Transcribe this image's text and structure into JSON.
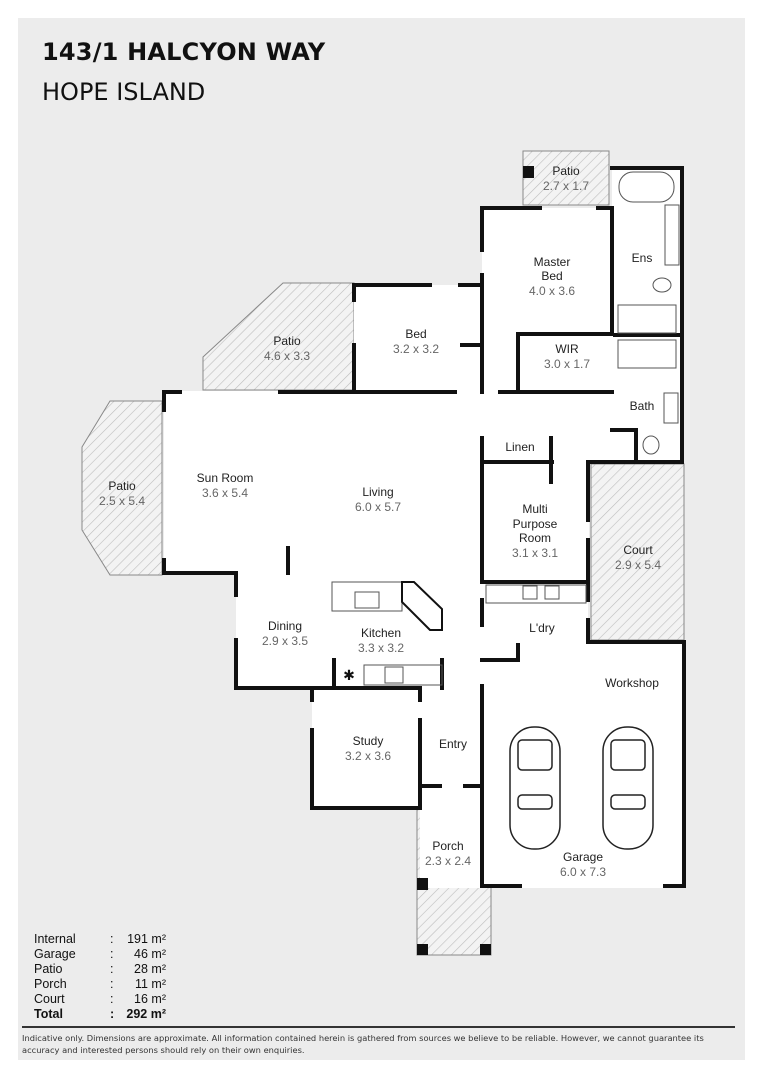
{
  "header": {
    "title": "143/1 HALCYON WAY",
    "subtitle": "HOPE ISLAND"
  },
  "rooms": {
    "patio_top": {
      "name": "Patio",
      "dim": "2.7 x 1.7"
    },
    "master_bed": {
      "name_line1": "Master",
      "name_line2": "Bed",
      "dim": "4.0 x 3.6"
    },
    "ens": {
      "name": "Ens"
    },
    "patio_mid": {
      "name": "Patio",
      "dim": "4.6 x 3.3"
    },
    "bed": {
      "name": "Bed",
      "dim": "3.2 x 3.2"
    },
    "wir": {
      "name": "WIR",
      "dim": "3.0 x 1.7"
    },
    "bath": {
      "name": "Bath"
    },
    "patio_left": {
      "name": "Patio",
      "dim": "2.5 x 5.4"
    },
    "sun_room": {
      "name": "Sun Room",
      "dim": "3.6 x 5.4"
    },
    "living": {
      "name": "Living",
      "dim": "6.0 x 5.7"
    },
    "linen": {
      "name": "Linen"
    },
    "multi_purpose": {
      "name_line1": "Multi",
      "name_line2": "Purpose",
      "name_line3": "Room",
      "dim": "3.1 x 3.1"
    },
    "court": {
      "name": "Court",
      "dim": "2.9 x 5.4"
    },
    "dining": {
      "name": "Dining",
      "dim": "2.9 x 3.5"
    },
    "kitchen": {
      "name": "Kitchen",
      "dim": "3.3 x 3.2"
    },
    "laundry": {
      "name": "L'dry"
    },
    "workshop": {
      "name": "Workshop"
    },
    "study": {
      "name": "Study",
      "dim": "3.2 x 3.6"
    },
    "entry": {
      "name": "Entry"
    },
    "porch": {
      "name": "Porch",
      "dim": "2.3 x 2.4"
    },
    "garage": {
      "name": "Garage",
      "dim": "6.0 x 7.3"
    }
  },
  "areas": [
    {
      "label": "Internal",
      "sep": ":",
      "value": "191 m²"
    },
    {
      "label": "Garage",
      "sep": ":",
      "value": "46 m²"
    },
    {
      "label": "Patio",
      "sep": ":",
      "value": "28 m²"
    },
    {
      "label": "Porch",
      "sep": ":",
      "value": "11 m²"
    },
    {
      "label": "Court",
      "sep": ":",
      "value": "16 m²"
    },
    {
      "label": "Total",
      "sep": ":",
      "value": "292 m²"
    }
  ],
  "disclaimer": "Indicative only. Dimensions are approximate. All information contained herein is gathered from sources we believe to be reliable. However, we cannot guarantee its accuracy and interested persons should rely on their own enquiries.",
  "colors": {
    "panel": "#ececec",
    "wall": "#111111",
    "floor": "#ffffff",
    "hatch": "#b8b8b8"
  }
}
